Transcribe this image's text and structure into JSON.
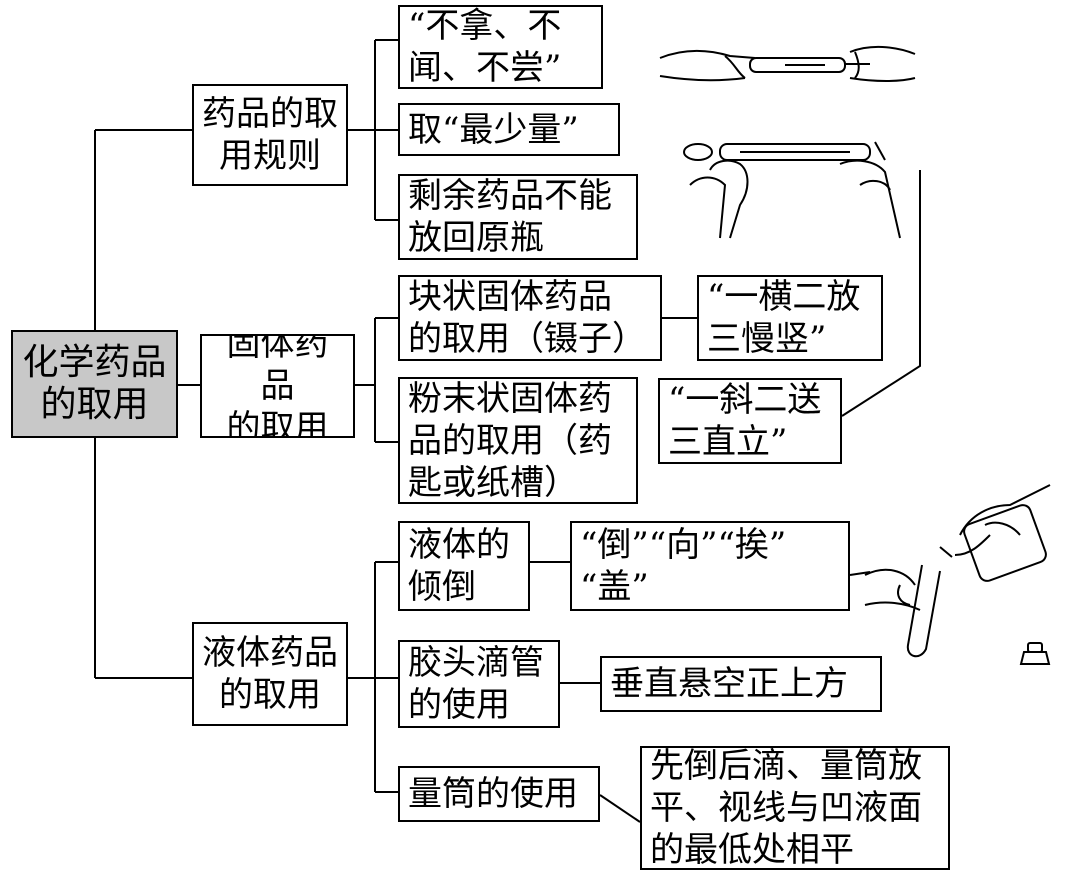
{
  "root": {
    "label": "化学药品\n的取用"
  },
  "branches": [
    {
      "label": "药品的取\n用规则",
      "items": [
        {
          "label": "“不拿、不\n闻、不尝”"
        },
        {
          "label": "取“最少量”"
        },
        {
          "label": "剩余药品不能\n放回原瓶"
        }
      ]
    },
    {
      "label": "固体药品\n的取用",
      "items": [
        {
          "label": "块状固体药品\n的取用（镊子）",
          "detail": "“一横二放\n三慢竖”"
        },
        {
          "label": "粉末状固体药\n品的取用（药\n匙或纸槽）",
          "detail": "“一斜二送\n三直立”"
        }
      ]
    },
    {
      "label": "液体药品\n的取用",
      "items": [
        {
          "label": "液体的\n倾倒",
          "detail": "“倒”“向”“挨”\n“盖”"
        },
        {
          "label": "胶头滴管\n的使用",
          "detail": "垂直悬空正上方"
        },
        {
          "label": "量筒的使用",
          "detail": "先倒后滴、量筒放\n平、视线与凹液面\n的最低处相平"
        }
      ]
    }
  ]
}
